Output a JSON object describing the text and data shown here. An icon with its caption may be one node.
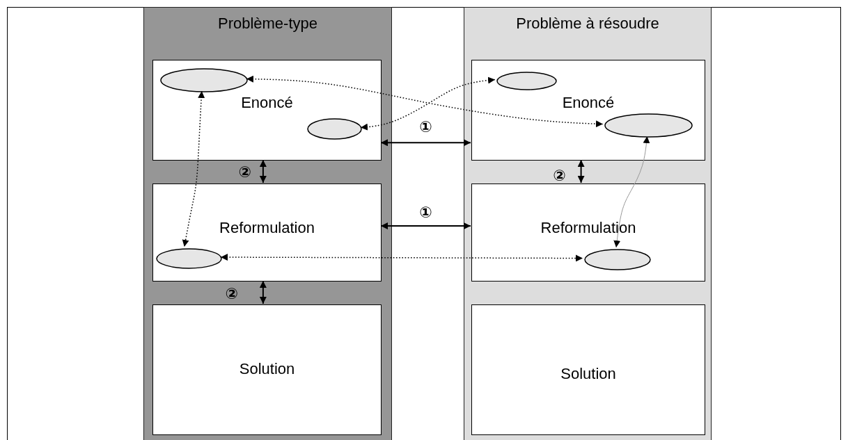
{
  "diagram": {
    "nodes": [
      {
        "text": [
          "Problème-type"
        ]
      },
      {
        "text": [
          "Enoncé"
        ],
        "in": 0
      },
      {
        "text": [
          "Reformulation"
        ],
        "in": 0
      },
      {
        "text": [
          "Solution"
        ],
        "in": 0
      },
      {
        "text": [
          "Problème à résoudre"
        ]
      },
      {
        "text": [
          "Enoncé"
        ],
        "in": 4
      },
      {
        "text": [
          "Reformulation"
        ],
        "in": 4
      },
      {
        "text": [
          "Solution"
        ],
        "in": 4
      },
      {
        "text": [],
        "shape": "ellipse",
        "in": 1
      },
      {
        "text": [],
        "shape": "ellipse",
        "in": 1
      },
      {
        "text": [],
        "shape": "ellipse",
        "in": 5
      },
      {
        "text": [],
        "shape": "ellipse",
        "in": 5
      },
      {
        "text": [],
        "shape": "ellipse",
        "in": 2
      },
      {
        "text": [],
        "shape": "ellipse",
        "in": 6
      }
    ],
    "edges": [
      {
        "from": 1,
        "to": 5,
        "arrow": "both",
        "label": "①"
      },
      {
        "from": 2,
        "to": 6,
        "arrow": "both",
        "label": "①"
      },
      {
        "from": 1,
        "to": 2,
        "arrow": "both",
        "label": "②"
      },
      {
        "from": 5,
        "to": 6,
        "arrow": "both",
        "label": "②"
      },
      {
        "from": 2,
        "to": 3,
        "arrow": "both",
        "label": "②"
      },
      {
        "from": 8,
        "to": 11,
        "arrow": "both",
        "style": "dashed"
      },
      {
        "from": 9,
        "to": 10,
        "arrow": "both",
        "style": "dashed"
      },
      {
        "from": 8,
        "to": 12,
        "arrow": "both",
        "style": "dashed"
      },
      {
        "from": 12,
        "to": 13,
        "arrow": "both",
        "style": "dashed"
      },
      {
        "from": 13,
        "to": 11,
        "arrow": "both",
        "color": "#999999"
      }
    ]
  }
}
